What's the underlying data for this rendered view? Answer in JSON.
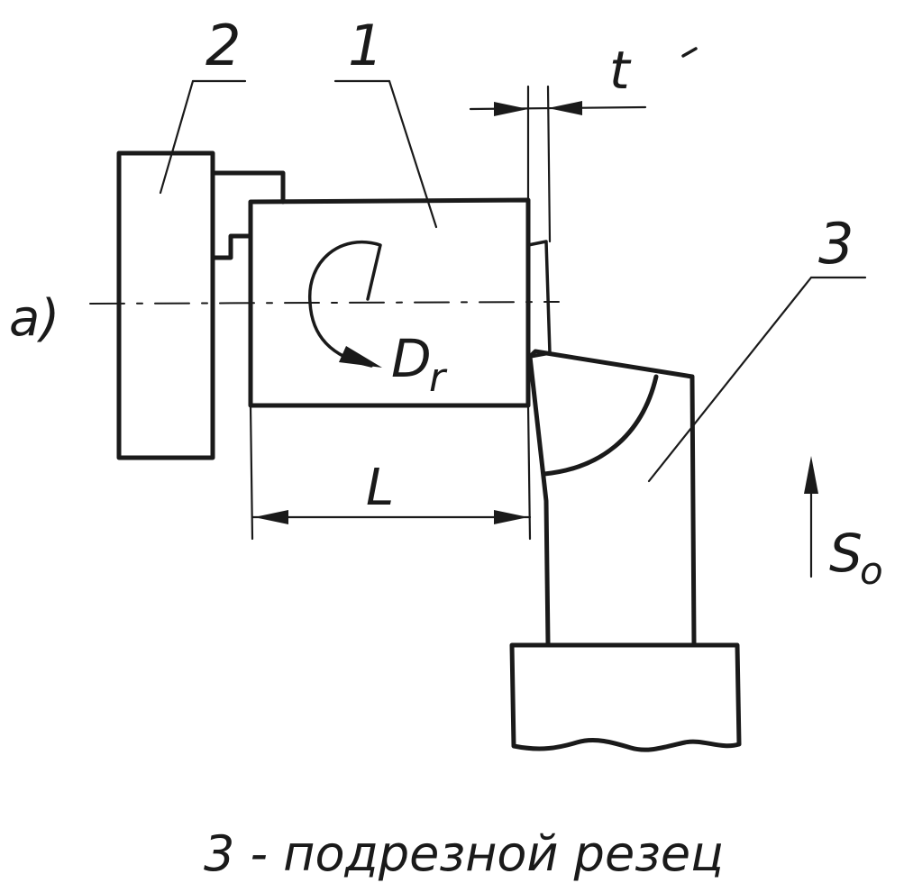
{
  "labels": {
    "part_1": "1",
    "part_2": "2",
    "part_3": "3",
    "view_a": "a)",
    "depth_t": "t",
    "length_L": "L",
    "rotation_D": "D",
    "rotation_D_sub": "r",
    "feed_S": "S",
    "feed_S_sub": "o"
  },
  "caption": "3 - подрезной резец"
}
